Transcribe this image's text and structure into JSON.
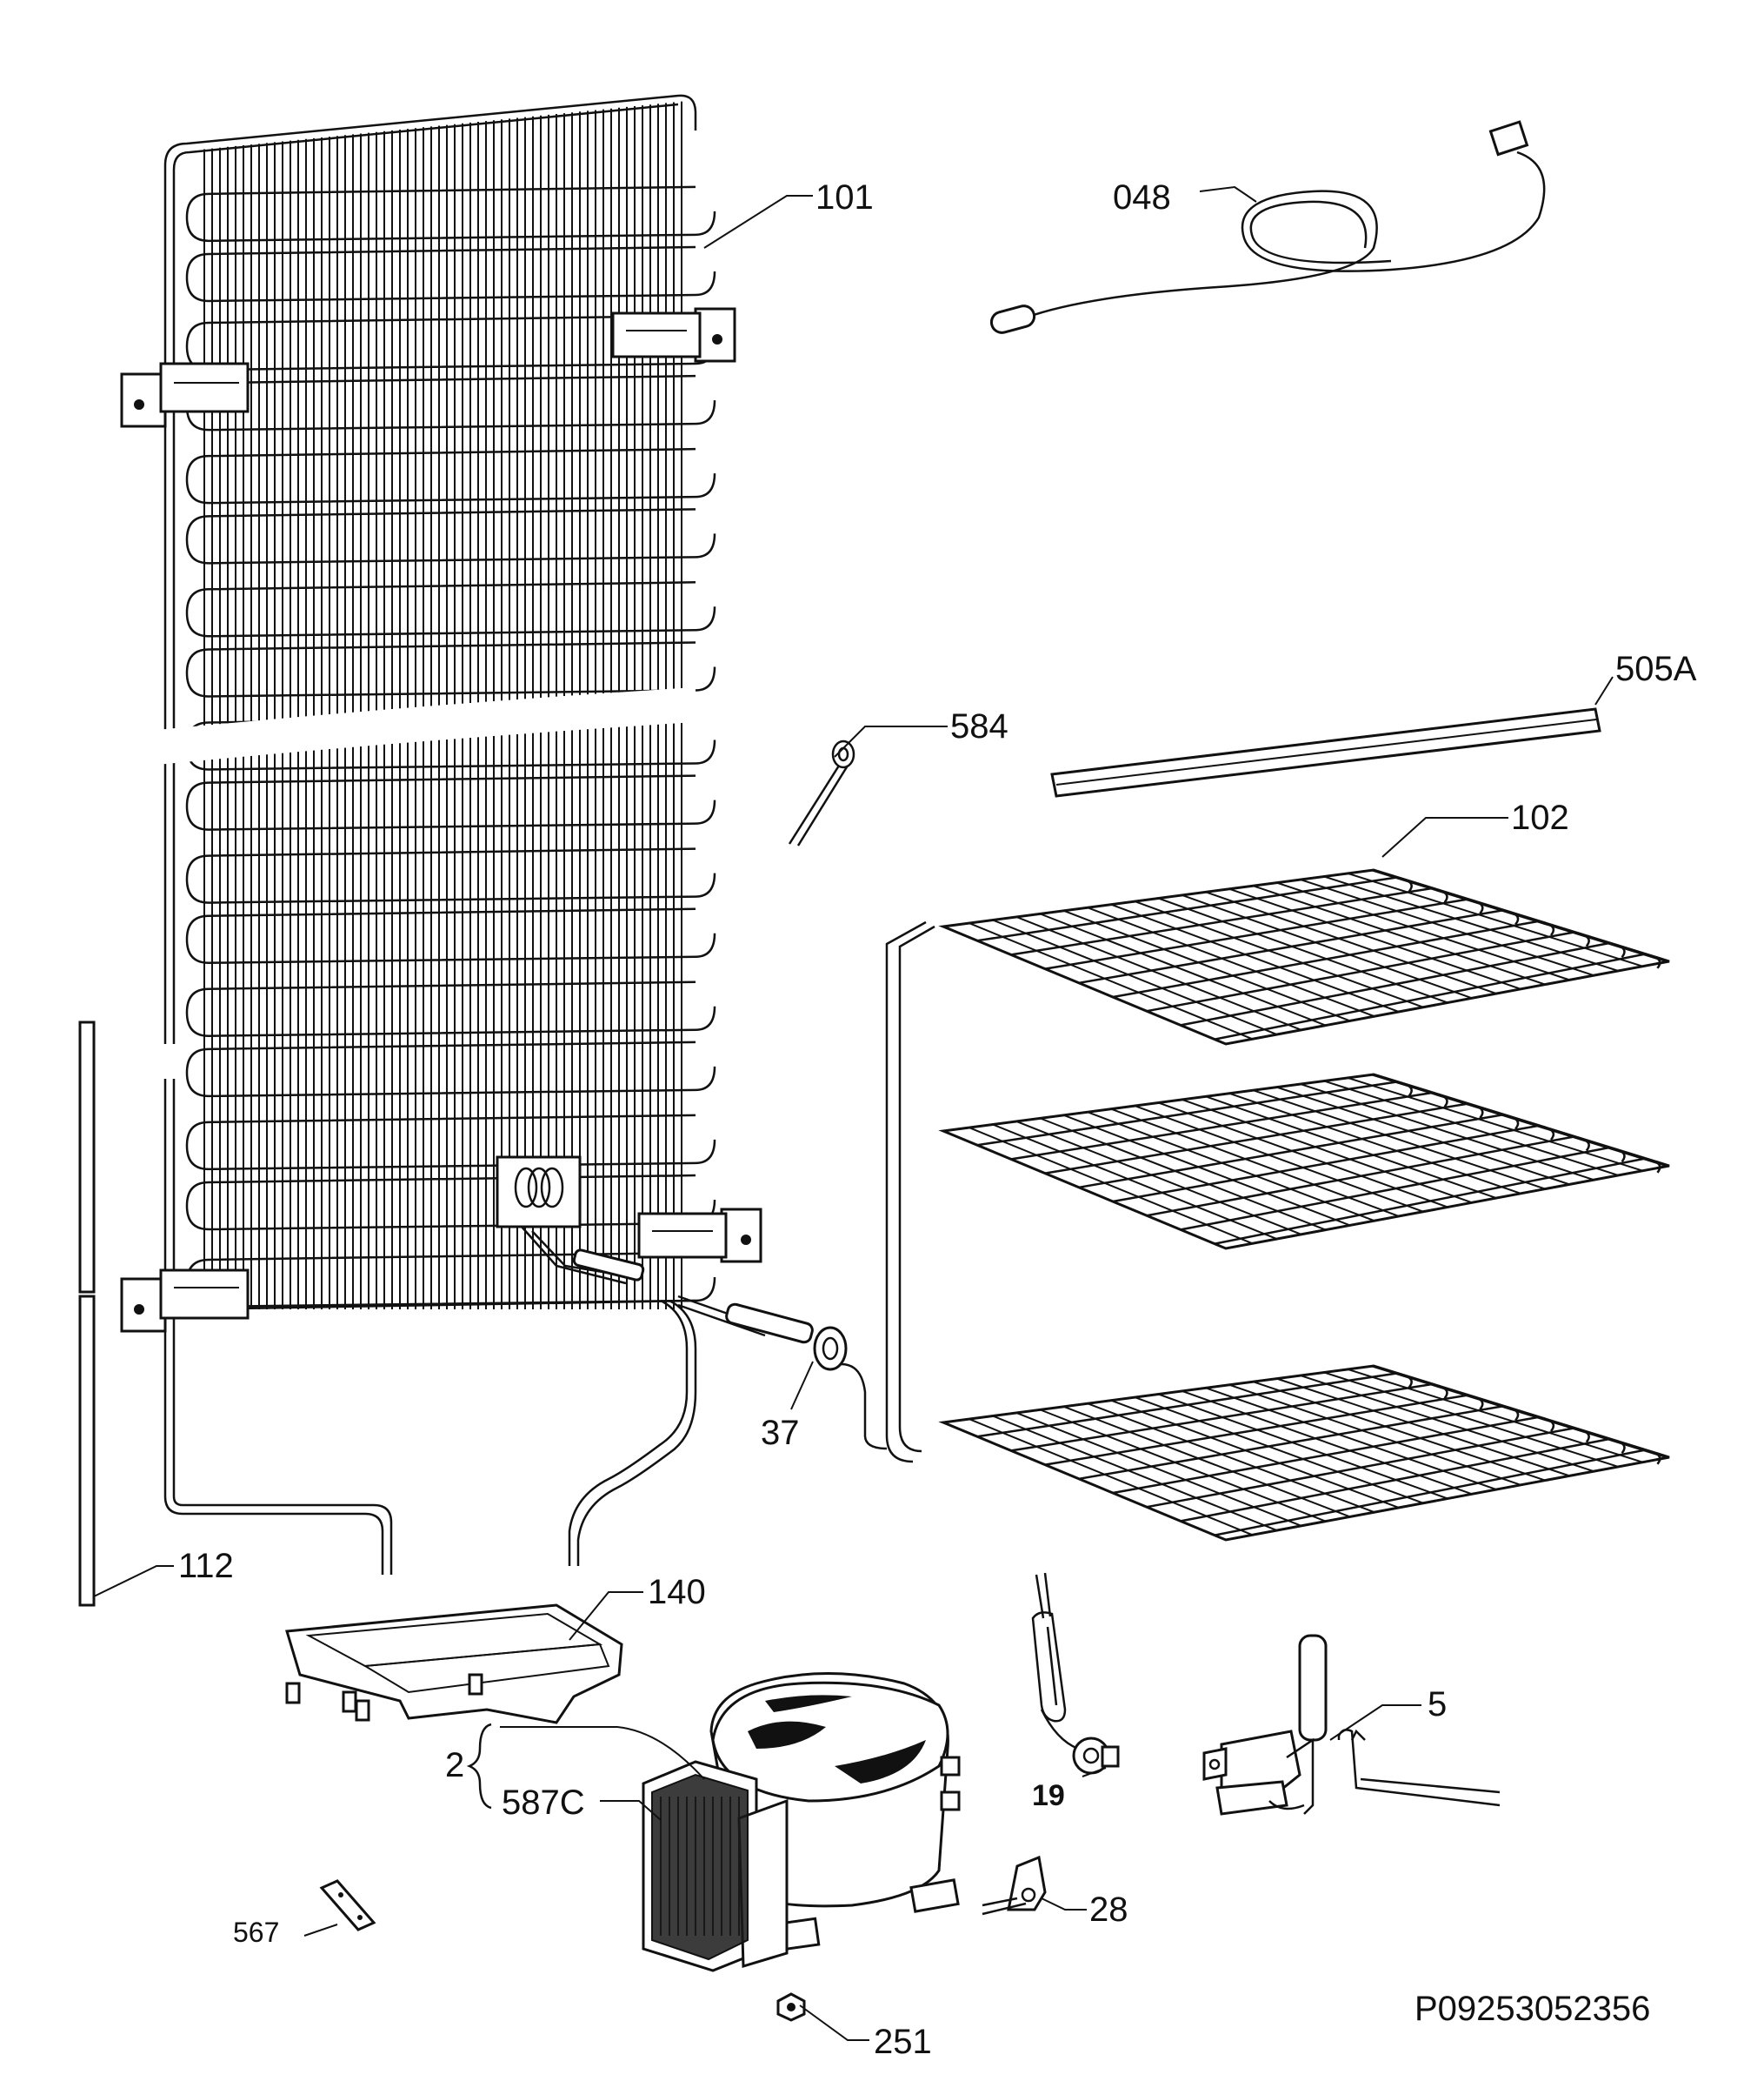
{
  "diagram": {
    "code": "P09253052356",
    "callouts": [
      {
        "id": "101",
        "text": "101"
      },
      {
        "id": "048",
        "text": "048"
      },
      {
        "id": "505A",
        "text": "505A"
      },
      {
        "id": "584",
        "text": "584"
      },
      {
        "id": "102",
        "text": "102"
      },
      {
        "id": "37",
        "text": "37"
      },
      {
        "id": "112",
        "text": "112"
      },
      {
        "id": "140",
        "text": "140"
      },
      {
        "id": "2",
        "text": "2"
      },
      {
        "id": "587C",
        "text": "587C"
      },
      {
        "id": "19",
        "text": "19"
      },
      {
        "id": "5",
        "text": "5"
      },
      {
        "id": "28",
        "text": "28"
      },
      {
        "id": "567",
        "text": "567"
      },
      {
        "id": "251",
        "text": "251"
      }
    ]
  }
}
